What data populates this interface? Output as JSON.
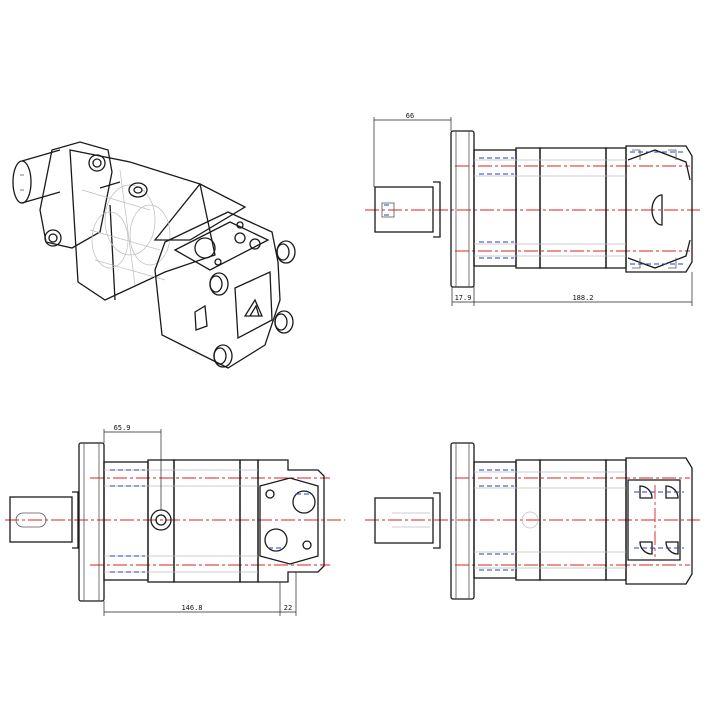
{
  "dimensions": {
    "top_right_flange_width": "66",
    "top_right_flange_thickness": "17.9",
    "top_right_body_length": "188.2",
    "bottom_left_shaft_offset": "65.9",
    "bottom_left_body_length": "146.8",
    "bottom_left_cover_length": "22"
  },
  "colors": {
    "outline": "#1a1a1a",
    "centerline": "#d82020",
    "hidden_line": "#2a3ec8",
    "ghost_line": "#bdbdbd"
  }
}
